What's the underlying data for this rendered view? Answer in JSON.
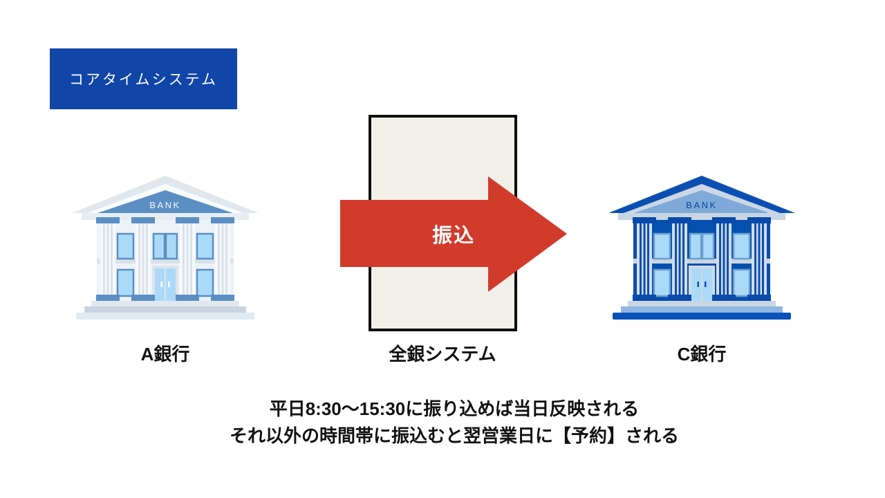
{
  "page": {
    "background": "#ffffff"
  },
  "header_badge": {
    "label": "コアタイムシステム",
    "theme": {
      "bg": "#1146a8",
      "text": "#ffffff"
    }
  },
  "banks": {
    "a": {
      "label": "A銀行",
      "sign": "BANK",
      "theme": {
        "roof": "#e1e7ee",
        "roofMid": "#f9fbfd",
        "pediment": "#5b8fc3",
        "sign": "#f5f9fc",
        "trim": "#e7edf3",
        "divider": "#d9e1ea",
        "wall": "#edf2f8",
        "accent": "#5b8fc3",
        "column": "#f6f8fb",
        "columnStripe": "#d9e1ea",
        "window": "#abdaf8",
        "windowBorder": "#5b8fc3",
        "doorFrame": "#dde4ec",
        "doorHandle": "#ffffff",
        "step1": "#e1e7ee",
        "step2": "#c9d4e0",
        "step3": "#e0e9f2"
      }
    },
    "c": {
      "label": "C銀行",
      "sign": "BANK",
      "theme": {
        "roof": "#0b4fb3",
        "roofMid": "#ccd7e5",
        "pediment": "#7fa9d9",
        "sign": "#0a47a5",
        "trim": "#c9d5e3",
        "divider": "#ccd6e0",
        "wall": "#0450ae",
        "accent": "#0a4aab",
        "column": "#d3dde9",
        "columnStripe": "#0b4fb3",
        "window": "#abdaf8",
        "windowBorder": "#6e9ecf",
        "doorFrame": "#d2d9e1",
        "doorHandle": "#0b4fb3",
        "step1": "#c9d5e3",
        "step2": "#8fb6e2",
        "step3": "#0b52bb"
      }
    }
  },
  "system_box": {
    "label": "全銀システム",
    "theme": {
      "fill": "#f2efe9",
      "border": "#0d0d0d"
    }
  },
  "arrow": {
    "label": "振込",
    "theme": {
      "fill": "#d23a2b",
      "text": "#ffffff"
    }
  },
  "captions_theme": {
    "text": "#111111"
  },
  "notes": {
    "line1": "平日8:30〜15:30に振り込めば当日反映される",
    "line2": "それ以外の時間帯に振込むと翌営業日に【予約】される",
    "theme": {
      "text": "#111111"
    }
  }
}
